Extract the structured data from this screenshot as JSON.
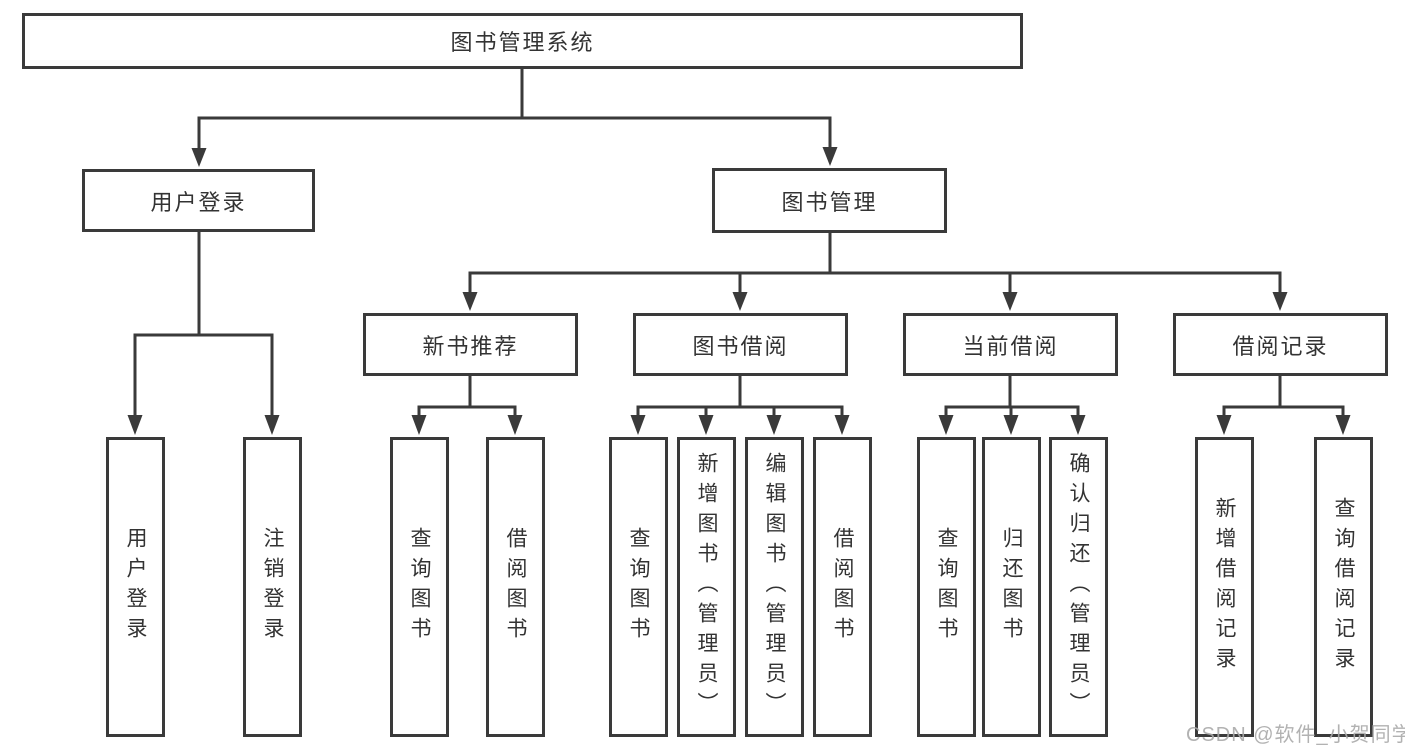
{
  "tree": {
    "root": {
      "label": "图书管理系统"
    },
    "branches": [
      {
        "label": "用户登录",
        "children": [
          {
            "label": "用户登录"
          },
          {
            "label": "注销登录"
          }
        ]
      },
      {
        "label": "图书管理",
        "children": [
          {
            "label": "新书推荐",
            "children": [
              {
                "label": "查询图书"
              },
              {
                "label": "借阅图书"
              }
            ]
          },
          {
            "label": "图书借阅",
            "children": [
              {
                "label": "查询图书"
              },
              {
                "label": "新增图书（管理员）"
              },
              {
                "label": "编辑图书（管理员）"
              },
              {
                "label": "借阅图书"
              }
            ]
          },
          {
            "label": "当前借阅",
            "children": [
              {
                "label": "查询图书"
              },
              {
                "label": "归还图书"
              },
              {
                "label": "确认归还（管理员）"
              }
            ]
          },
          {
            "label": "借阅记录",
            "children": [
              {
                "label": "新增借阅记录"
              },
              {
                "label": "查询借阅记录"
              }
            ]
          }
        ]
      }
    ]
  },
  "watermark": {
    "text": "CSDN @软件_小贺同学"
  },
  "colors": {
    "line": "#3a3a3a",
    "text": "#333333",
    "watermark": "#aaaaaa",
    "background": "#ffffff"
  }
}
